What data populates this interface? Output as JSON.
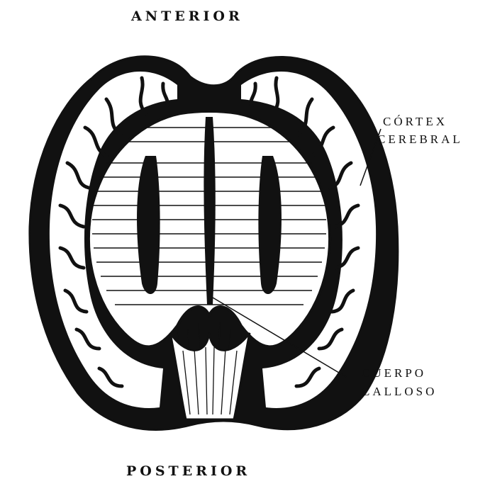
{
  "labels": {
    "anterior": "ANTERIOR",
    "posterior": "POSTERIOR",
    "cortex_line1": "CÓRTEX",
    "cortex_line2": "CEREBRAL",
    "corpus_line1": "CUERPO",
    "corpus_line2": "CALLOSO"
  },
  "colors": {
    "ink": "#111111",
    "paper": "#ffffff"
  }
}
